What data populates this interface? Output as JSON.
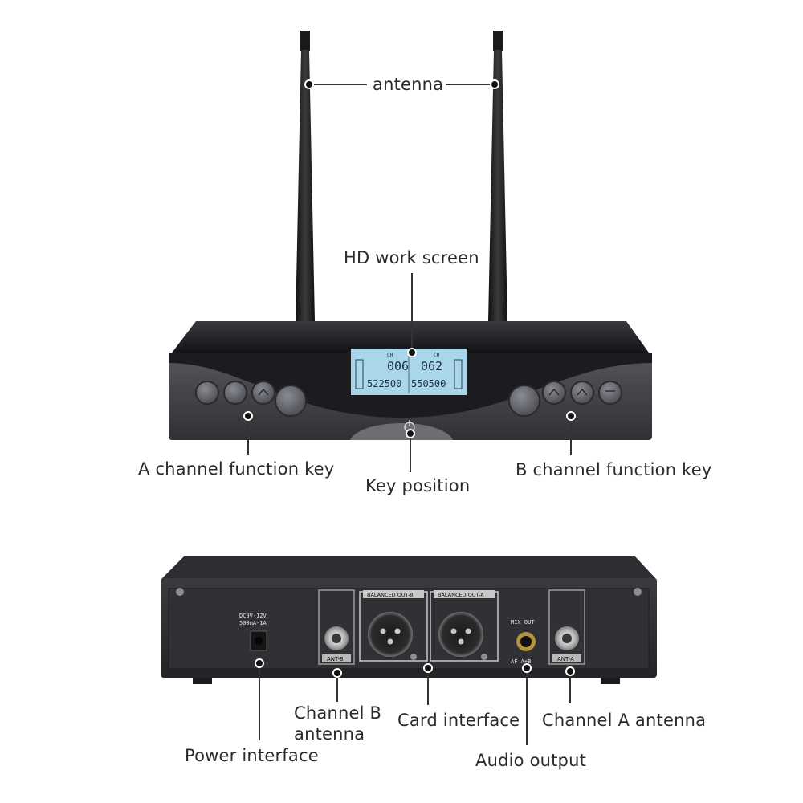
{
  "front": {
    "callouts": {
      "antenna": "antenna",
      "screen": "HD work screen",
      "a_keys": "A channel function key",
      "key_position": "Key position",
      "b_keys": "B channel function key"
    },
    "lcd": {
      "ch_left": "CH",
      "ch_right": "CH",
      "channel_left": "006",
      "channel_right": "062",
      "freq_left": "522500",
      "freq_right": "550500"
    }
  },
  "rear": {
    "callouts": {
      "power": "Power interface",
      "channel_b_line1": "Channel B",
      "channel_b_line2": "antenna",
      "card": "Card interface",
      "audio": "Audio output",
      "channel_a": "Channel A antenna"
    },
    "panel_text": {
      "power_line1": "DC9V-12V",
      "power_line2": "500mA-1A",
      "ant_b": "ANT-B",
      "ant_a": "ANT-A",
      "balanced_b": "BALANCED OUT-B",
      "balanced_a": "BALANCED OUT-A",
      "mix_out": "MIX OUT",
      "af_ab": "AF  A+B"
    }
  },
  "colors": {
    "body_dark": "#2e2f33",
    "panel_mid": "#45464b",
    "lcd_blue": "#a9d6ea",
    "callout_line": "#333333"
  }
}
